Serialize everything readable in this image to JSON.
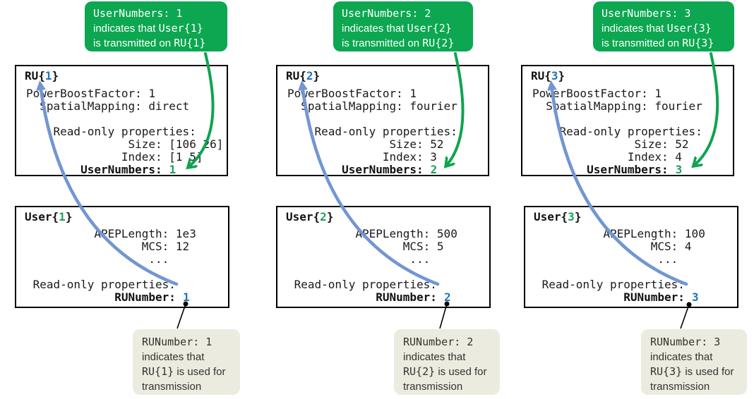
{
  "palette": {
    "green_fill": "#0CA750",
    "green_arrow": "#0EA44F",
    "green_text": "#1CA35C",
    "blue_text": "#1B75BC",
    "blue_title": "#2173BE",
    "blue_arrow": "#7296D2",
    "beige_fill": "#ECEBDF",
    "box_border": "#000000"
  },
  "columns": [
    {
      "top_callout": {
        "code_line": "UserNumbers: 1",
        "line2_text": "indicates that ",
        "line2_code": "User{1}",
        "line3_text": "is transmitted on ",
        "line3_code": "RU{1}"
      },
      "ru_box": {
        "title_pre": "RU{",
        "title_num": "1",
        "title_post": "}",
        "rows": [
          "PowerBoostFactor: 1",
          "  SpatialMapping: direct",
          "",
          "    Read-only properties:",
          "               Size: [106 26]",
          "              Index: [1 5]"
        ],
        "highlight_indent": "        ",
        "highlight_label": "UserNumbers:",
        "highlight_value": "1"
      },
      "user_box": {
        "title_pre": "User{",
        "title_num": "1",
        "title_post": "}",
        "rows": [
          "          APEPLength: 1e3",
          "                 MCS: 12",
          "                  ...",
          "",
          " Read-only properties:"
        ],
        "highlight_indent": "             ",
        "highlight_label": "RUNumber:",
        "highlight_value": "1"
      },
      "bottom_callout": {
        "code_line": "RUNumber: 1",
        "line2": "indicates that",
        "line3_code": "RU{1}",
        "line3_text": " is used for",
        "line4": "transmission"
      }
    },
    {
      "top_callout": {
        "code_line": "UserNumbers: 2",
        "line2_text": "indicates that ",
        "line2_code": "User{2}",
        "line3_text": "is transmitted on ",
        "line3_code": "RU{2}"
      },
      "ru_box": {
        "title_pre": "RU{",
        "title_num": "2",
        "title_post": "}",
        "rows": [
          "PowerBoostFactor: 1",
          "  SpatialMapping: fourier",
          "",
          "    Read-only properties:",
          "               Size: 52",
          "              Index: 3"
        ],
        "highlight_indent": "        ",
        "highlight_label": "UserNumbers:",
        "highlight_value": "2"
      },
      "user_box": {
        "title_pre": "User{",
        "title_num": "2",
        "title_post": "}",
        "rows": [
          "          APEPLength: 500",
          "                 MCS: 5",
          "                  ...",
          "",
          " Read-only properties:"
        ],
        "highlight_indent": "             ",
        "highlight_label": "RUNumber:",
        "highlight_value": "2"
      },
      "bottom_callout": {
        "code_line": "RUNumber: 2",
        "line2": "indicates that",
        "line3_code": "RU{2}",
        "line3_text": " is used for",
        "line4": "transmission"
      }
    },
    {
      "top_callout": {
        "code_line": "UserNumbers: 3",
        "line2_text": "indicates that ",
        "line2_code": "User{3}",
        "line3_text": "is transmitted on ",
        "line3_code": "RU{3}"
      },
      "ru_box": {
        "title_pre": "RU{",
        "title_num": "3",
        "title_post": "}",
        "rows": [
          "PowerBoostFactor: 1",
          "  SpatialMapping: fourier",
          "",
          "    Read-only properties:",
          "               Size: 52",
          "              Index: 4"
        ],
        "highlight_indent": "        ",
        "highlight_label": "UserNumbers:",
        "highlight_value": "3"
      },
      "user_box": {
        "title_pre": "User{",
        "title_num": "3",
        "title_post": "}",
        "rows": [
          "          APEPLength: 100",
          "                 MCS: 4",
          "                  ...",
          "",
          " Read-only properties:"
        ],
        "highlight_indent": "             ",
        "highlight_label": "RUNumber:",
        "highlight_value": "3"
      },
      "bottom_callout": {
        "code_line": "RUNumber: 3",
        "line2": "indicates that",
        "line3_code": "RU{3}",
        "line3_text": " is used for",
        "line4": "transmission"
      }
    }
  ]
}
